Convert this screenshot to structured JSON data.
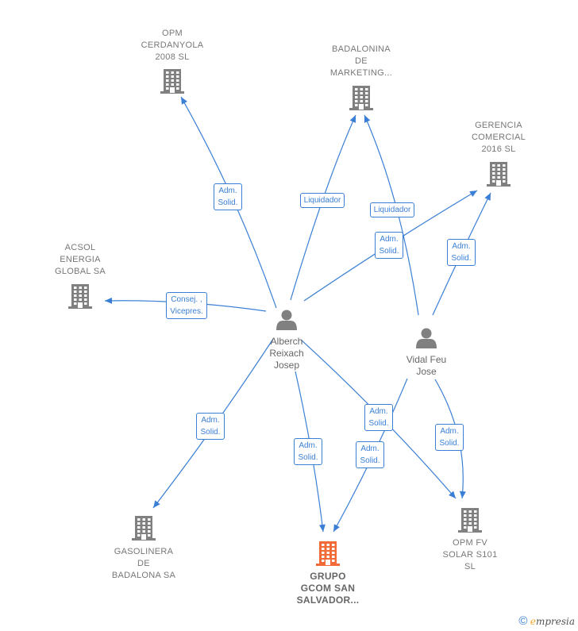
{
  "companies": [
    {
      "id": "opm_cerdanyola",
      "lines": [
        "OPM",
        "CERDANYOLA",
        "2008 SL"
      ],
      "color": "#808080"
    },
    {
      "id": "badalonina",
      "lines": [
        "BADALONINA",
        "DE",
        "MARKETING..."
      ],
      "color": "#808080"
    },
    {
      "id": "gerencia",
      "lines": [
        "GERENCIA",
        "COMERCIAL",
        "2016  SL"
      ],
      "color": "#808080"
    },
    {
      "id": "acsol",
      "lines": [
        "ACSOL",
        "ENERGIA",
        "GLOBAL SA"
      ],
      "color": "#808080"
    },
    {
      "id": "gasolinera",
      "lines": [
        "GASOLINERA",
        "DE",
        "BADALONA SA"
      ],
      "color": "#808080"
    },
    {
      "id": "grupo_gcom",
      "lines": [
        "GRUPO",
        "GCOM SAN",
        "SALVADOR..."
      ],
      "color": "#f26b36",
      "main": true
    },
    {
      "id": "opm_fv",
      "lines": [
        "OPM FV",
        "SOLAR S101",
        "SL"
      ],
      "color": "#808080"
    }
  ],
  "people": [
    {
      "id": "albercht",
      "lines": [
        "Alberch",
        "Reixach",
        "Josep"
      ]
    },
    {
      "id": "vidal",
      "lines": [
        "Vidal Feu",
        "Jose"
      ]
    }
  ],
  "edges": [
    {
      "from": "albercht",
      "to": "opm_cerdanyola",
      "label": [
        "Adm.",
        "Solid."
      ]
    },
    {
      "from": "albercht",
      "to": "badalonina",
      "label": [
        "Liquidador"
      ]
    },
    {
      "from": "vidal",
      "to": "badalonina",
      "label": [
        "Liquidador"
      ]
    },
    {
      "from": "albercht",
      "to": "gerencia",
      "label": [
        "Adm.",
        "Solid."
      ]
    },
    {
      "from": "vidal",
      "to": "gerencia",
      "label": [
        "Adm.",
        "Solid."
      ]
    },
    {
      "from": "albercht",
      "to": "acsol",
      "label": [
        "Consej. ,",
        "Vicepres."
      ]
    },
    {
      "from": "albercht",
      "to": "gasolinera",
      "label": [
        "Adm.",
        "Solid."
      ]
    },
    {
      "from": "albercht",
      "to": "grupo_gcom",
      "label": [
        "Adm.",
        "Solid."
      ]
    },
    {
      "from": "vidal",
      "to": "grupo_gcom",
      "label": [
        "Adm.",
        "Solid."
      ]
    },
    {
      "from": "albercht",
      "to": "opm_fv",
      "label": [
        "Adm.",
        "Solid."
      ]
    },
    {
      "from": "vidal",
      "to": "opm_fv",
      "label": [
        "Adm.",
        "Solid."
      ]
    }
  ],
  "colors": {
    "edge": "#3a7fd5",
    "person_icon": "#808080"
  },
  "footer": {
    "copyright_symbol": "©",
    "brand_first": "e",
    "brand_rest": "mpresia"
  }
}
